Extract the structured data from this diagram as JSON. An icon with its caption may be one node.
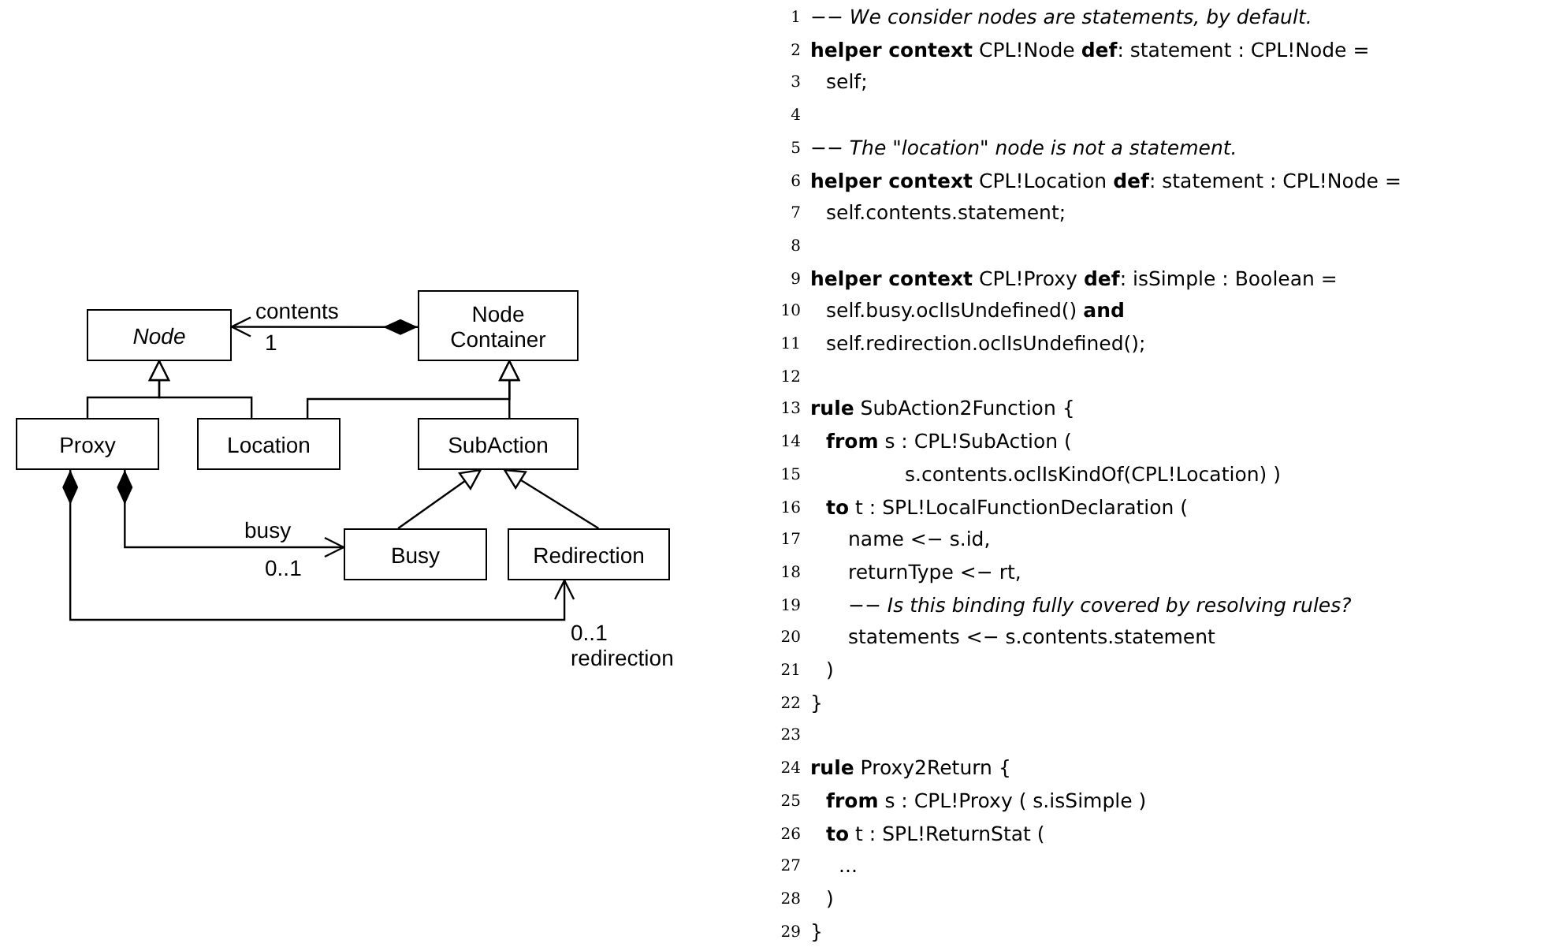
{
  "diagram": {
    "nodes": [
      {
        "text": [
          "Node"
        ]
      },
      {
        "text": [
          "Node Container"
        ]
      },
      {
        "text": [
          "Proxy"
        ]
      },
      {
        "text": [
          "Location"
        ]
      },
      {
        "text": [
          "SubAction"
        ]
      },
      {
        "text": [
          "Busy"
        ]
      },
      {
        "text": [
          "Redirection"
        ]
      }
    ],
    "edges": [
      {
        "from": 1,
        "to": 0,
        "arrow": "to",
        "label": "contents"
      },
      {
        "from": 2,
        "to": 0,
        "arrow": "to"
      },
      {
        "from": 3,
        "to": 0,
        "arrow": "to"
      },
      {
        "from": 3,
        "to": 1,
        "arrow": "to"
      },
      {
        "from": 4,
        "to": 1,
        "arrow": "to"
      },
      {
        "from": 5,
        "to": 4,
        "arrow": "to"
      },
      {
        "from": 6,
        "to": 4,
        "arrow": "to"
      },
      {
        "from": 2,
        "to": 5,
        "arrow": "to",
        "label": "busy"
      },
      {
        "from": 2,
        "to": 6,
        "arrow": "to",
        "label": "redirection"
      }
    ],
    "labels": [
      "1",
      "0..1",
      "0..1",
      "1",
      "−− *We consider nodes are statements, by default.*",
      "2",
      "**helper context** CPL!Node **def**: statement : CPL!Node =",
      "3",
      "self;",
      "4",
      "5",
      "−− *The \"location\" node is not a statement.*",
      "6",
      "**helper context** CPL!Location **def**: statement : CPL!Node =",
      "7",
      "self.contents.statement;",
      "8",
      "9",
      "**helper context** CPL!Proxy **def**: isSimple : Boolean =",
      "10",
      "self.busy.oclIsUndefined() **and**",
      "11",
      "self.redirection.oclIsUndefined();",
      "12",
      "13",
      "**rule** SubAction2Function {",
      "14",
      "**from** s : CPL!SubAction (",
      "15",
      "s.contents.oclIsKindOf(CPL!Location) )",
      "16",
      "**to** t : SPL!LocalFunctionDeclaration (",
      "17",
      "name <− s.id,",
      "18",
      "returnType <− rt,",
      "19",
      "−− *Is this binding fully covered by resolving rules?*",
      "20",
      "statements <− s.contents.statement",
      "21",
      ")",
      "22",
      "}",
      "23",
      "24",
      "**rule** Proxy2Return {",
      "25",
      "**from** s : CPL!Proxy ( s.isSimple )",
      "26",
      "**to** t : SPL!ReturnStat (",
      "27",
      "...",
      "28",
      ")",
      "29",
      "}"
    ]
  }
}
